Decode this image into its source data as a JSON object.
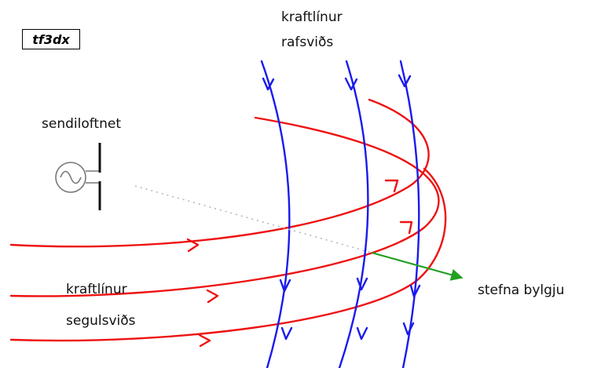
{
  "labels": {
    "tag": "tf3dx",
    "electric_field_line1": "kraftlínur",
    "electric_field_line2": "rafsviðs",
    "antenna": "sendiloftnet",
    "magnetic_field_line1": "kraftlínur",
    "magnetic_field_line2": "segulsviðs",
    "direction": "stefna bylgju"
  },
  "colors": {
    "magnetic_field": "#ee1111",
    "electric_field": "#1a1aee",
    "propagation": "#22a022",
    "dotted_path": "#b8b8b8",
    "antenna": "#777777"
  }
}
